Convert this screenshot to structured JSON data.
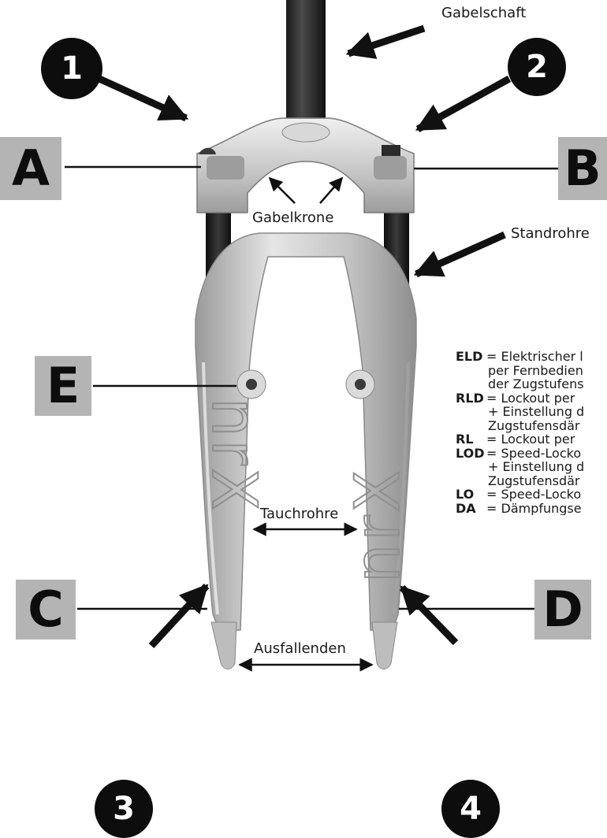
{
  "labels": {
    "steerer": "Gabelschaft",
    "crown": "Gabelkrone",
    "stanchions": "Standrohre",
    "lowers": "Tauchrohre",
    "dropouts": "Ausfallenden"
  },
  "letters": {
    "a": "A",
    "b": "B",
    "c": "C",
    "d": "D",
    "e": "E"
  },
  "numbers": {
    "n1": "1",
    "n2": "2",
    "n3": "3",
    "n4": "4"
  },
  "fork_branding": "nrX",
  "legend": [
    {
      "abbr": "ELD",
      "lines": [
        "= Elektrischer l",
        "per Fernbedien",
        "der Zugstufens"
      ]
    },
    {
      "abbr": "RLD",
      "lines": [
        "= Lockout per ",
        "+ Einstellung d",
        "Zugstufensdär"
      ]
    },
    {
      "abbr": "RL",
      "lines": [
        "= Lockout per "
      ]
    },
    {
      "abbr": "LOD",
      "lines": [
        "= Speed-Locko",
        " + Einstellung d",
        "Zugstufensdär"
      ]
    },
    {
      "abbr": "LO",
      "lines": [
        "= Speed-Locko"
      ]
    },
    {
      "abbr": "DA",
      "lines": [
        "= Dämpfungse"
      ]
    }
  ],
  "colors": {
    "badge_background": "#b4b4b4",
    "number_circle": "#0d0d0d",
    "fork_silver": "#c9c9c9",
    "stanchion_black": "#1c1c1c"
  }
}
